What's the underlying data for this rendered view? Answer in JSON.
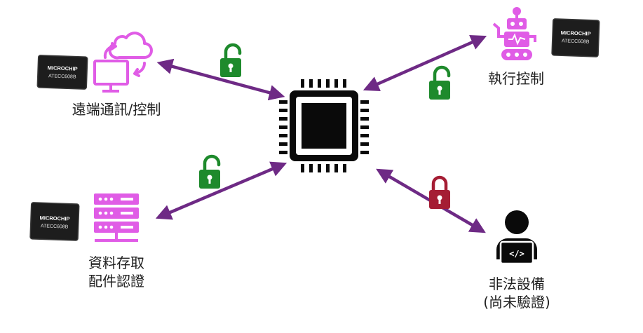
{
  "nodes": {
    "remote": {
      "label": "遠端通訊/控制"
    },
    "actuator": {
      "label": "執行控制"
    },
    "storage": {
      "label_line1": "資料存取",
      "label_line2": "配件認證"
    },
    "illegal": {
      "label_line1": "非法設備",
      "label_line2": "(尚未驗證)"
    }
  },
  "secure_chip": {
    "brand": "MICROCHIP",
    "model": "ATECC608B"
  },
  "colors": {
    "accent_magenta": "#e05ce6",
    "arrow_purple": "#6e2a85",
    "lock_green": "#1e8a2c",
    "lock_red": "#a51d34",
    "cpu_black": "#0a0a0a"
  },
  "icons": [
    "cloud-sync-icon",
    "monitor-icon",
    "robot-icon",
    "server-icon",
    "developer-laptop-icon",
    "cpu-icon",
    "unlocked-padlock-icon",
    "locked-padlock-icon"
  ]
}
